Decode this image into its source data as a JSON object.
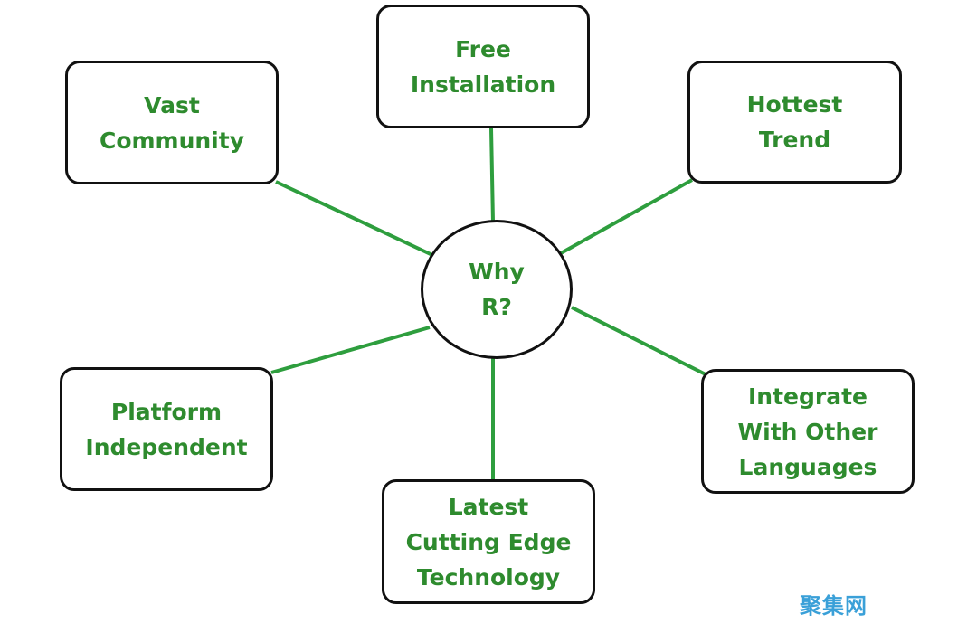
{
  "colors": {
    "text": "#2e8b2e",
    "connector": "#2e9e3e",
    "border": "#111111",
    "watermark": "#3aa0d8"
  },
  "center": {
    "label": "Why\nR?"
  },
  "nodes": {
    "free_installation": {
      "label": "Free\nInstallation"
    },
    "vast_community": {
      "label": "Vast\nCommunity"
    },
    "hottest_trend": {
      "label": "Hottest\nTrend"
    },
    "platform_independent": {
      "label": "Platform\nIndependent"
    },
    "latest_technology": {
      "label": "Latest\nCutting Edge\nTechnology"
    },
    "integrate_languages": {
      "label": "Integrate\nWith Other\nLanguages"
    }
  },
  "watermark": {
    "text": "聚集网"
  }
}
